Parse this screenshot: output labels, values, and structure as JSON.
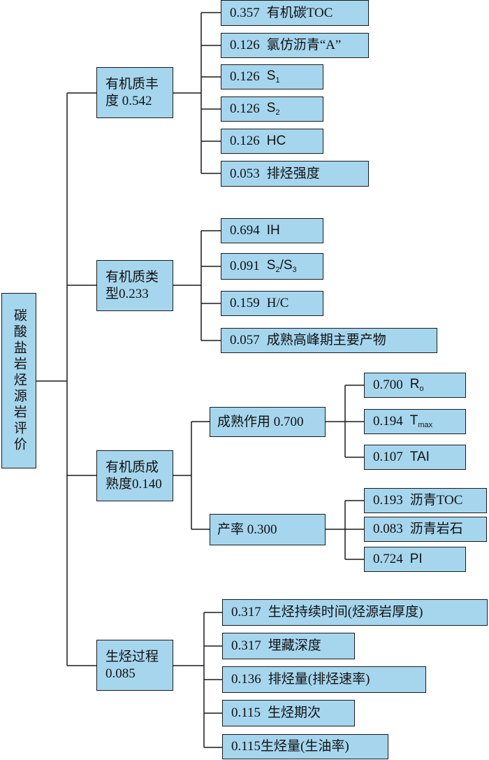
{
  "root": "碳酸盐岩烃源岩评价",
  "categories": [
    {
      "name": "有机质丰",
      "name2": "度 0.542"
    },
    {
      "name": "有机质类",
      "name2": "型0.233"
    },
    {
      "name": "有机质成",
      "name2": "熟度0.140"
    },
    {
      "name": "生烃过程",
      "name2": "0.085"
    }
  ],
  "subcategories": [
    {
      "label": "成熟作用 0.700"
    },
    {
      "label": "产率 0.300"
    }
  ],
  "leaves": [
    {
      "value": "0.357",
      "label": "有机碳TOC"
    },
    {
      "value": "0.126",
      "label": "氯仿沥青“A”"
    },
    {
      "value": "0.126",
      "label": "S",
      "sub": "1"
    },
    {
      "value": "0.126",
      "label": "S",
      "sub": "2"
    },
    {
      "value": "0.126",
      "label": "HC"
    },
    {
      "value": "0.053",
      "label": "排烃强度"
    },
    {
      "value": "0.694",
      "label": "IH"
    },
    {
      "value": "0.091",
      "label": "S",
      "sub": "2",
      "label2": "/S",
      "sub2": "3"
    },
    {
      "value": "0.159",
      "label": "H/C"
    },
    {
      "value": "0.057",
      "label": "成熟高峰期主要产物"
    },
    {
      "value": "0.700",
      "label": "R",
      "sub": "o"
    },
    {
      "value": "0.194",
      "label": "T",
      "sub": "max"
    },
    {
      "value": "0.107",
      "label": "TAI"
    },
    {
      "value": "0.193",
      "label": "沥青TOC"
    },
    {
      "value": "0.083",
      "label": "沥青岩石"
    },
    {
      "value": "0.724",
      "label": "PI"
    },
    {
      "value": "0.317",
      "label": "生烃持续时间(烃源岩厚度)"
    },
    {
      "value": "0.317",
      "label": "埋藏深度"
    },
    {
      "value": "0.136",
      "label": "排烃量(排烃速率)"
    },
    {
      "value": "0.115",
      "label": "生烃期次"
    },
    {
      "value": "0.115",
      "label": "生烃量(生油率)"
    }
  ]
}
